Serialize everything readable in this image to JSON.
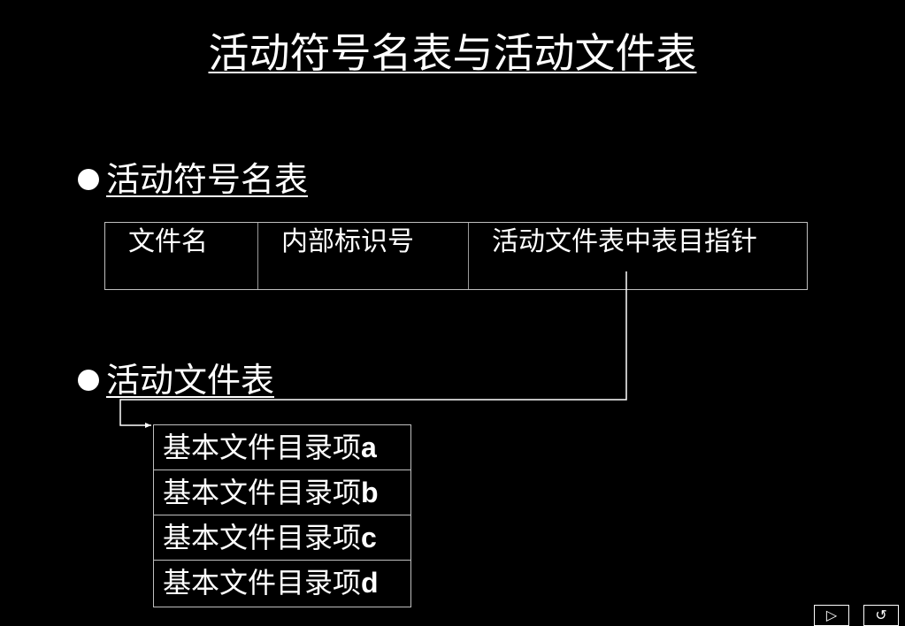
{
  "title": "活动符号名表与活动文件表",
  "sections": [
    {
      "label": "活动符号名表"
    },
    {
      "label": "活动文件表"
    }
  ],
  "symbol_table": {
    "columns": [
      "文件名",
      "内部标识号",
      "活动文件表中表目指针"
    ]
  },
  "file_table": {
    "rows": [
      {
        "prefix": "基本文件目录项",
        "suffix": "a"
      },
      {
        "prefix": "基本文件目录项",
        "suffix": "b"
      },
      {
        "prefix": "基本文件目录项",
        "suffix": "c"
      },
      {
        "prefix": "基本文件目录项",
        "suffix": "d"
      }
    ]
  },
  "nav": {
    "next_icon": "play-triangle-icon",
    "return_icon": "return-arrow-icon",
    "next_glyph": "▷",
    "return_glyph": "↺"
  }
}
